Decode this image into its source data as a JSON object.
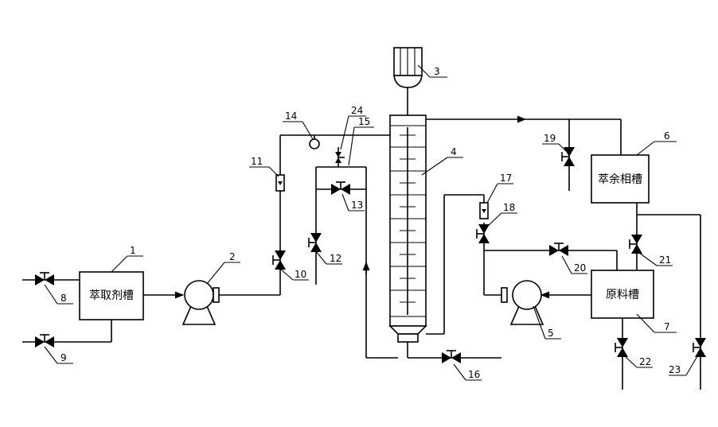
{
  "tanks": {
    "extractant": "萃取剂槽",
    "raffinate": "萃余相槽",
    "feed": "原料槽"
  },
  "labels": {
    "l1": "1",
    "l2": "2",
    "l3": "3",
    "l4": "4",
    "l5": "5",
    "l6": "6",
    "l7": "7",
    "l8": "8",
    "l9": "9",
    "l10": "10",
    "l11": "11",
    "l12": "12",
    "l13": "13",
    "l14": "14",
    "l15": "15",
    "l16": "16",
    "l17": "17",
    "l18": "18",
    "l19": "19",
    "l20": "20",
    "l21": "21",
    "l22": "22",
    "l23": "23",
    "l24": "24"
  }
}
